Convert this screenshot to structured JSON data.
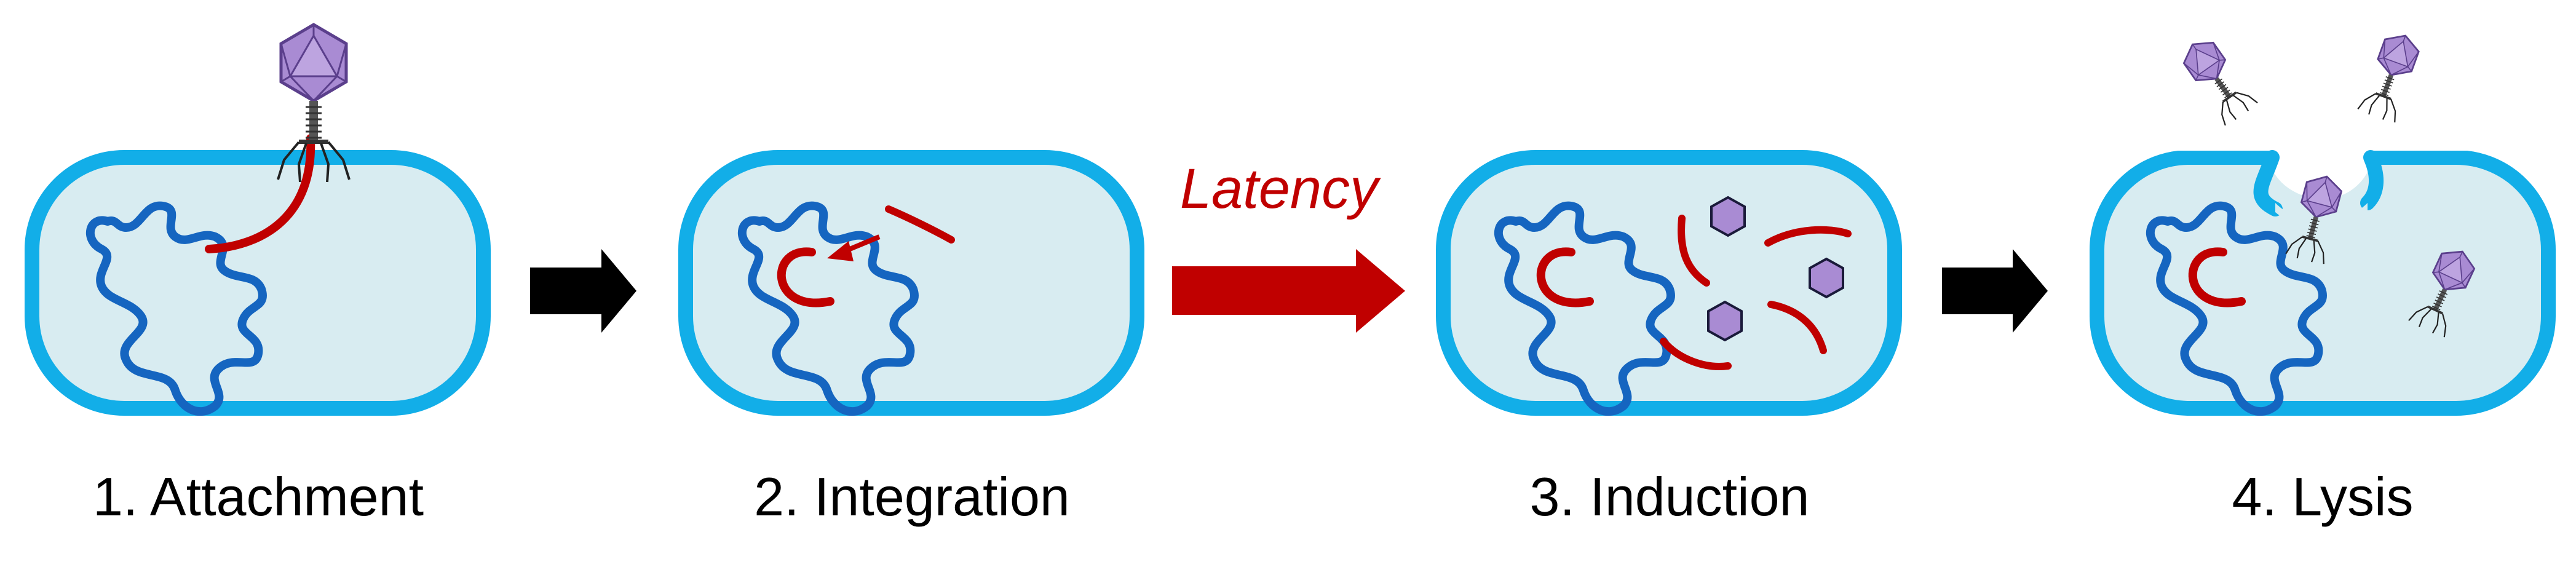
{
  "stages": [
    {
      "label": "1. Attachment"
    },
    {
      "label": "2. Integration"
    },
    {
      "label": "3. Induction"
    },
    {
      "label": "4. Lysis"
    }
  ],
  "latency_label": "Latency",
  "colors": {
    "cell_fill": "#d8ecf1",
    "cell_wall": "#12aee8",
    "bacterial_dna": "#1565c0",
    "phage_dna": "#c00000",
    "phage_head": "#a98bd3",
    "phage_head_edge": "#5b3f8c",
    "arrow_black": "#000000",
    "arrow_red": "#c00000"
  },
  "icons": {
    "phage": "bacteriophage-icon",
    "capsid": "phage-capsid-icon"
  }
}
